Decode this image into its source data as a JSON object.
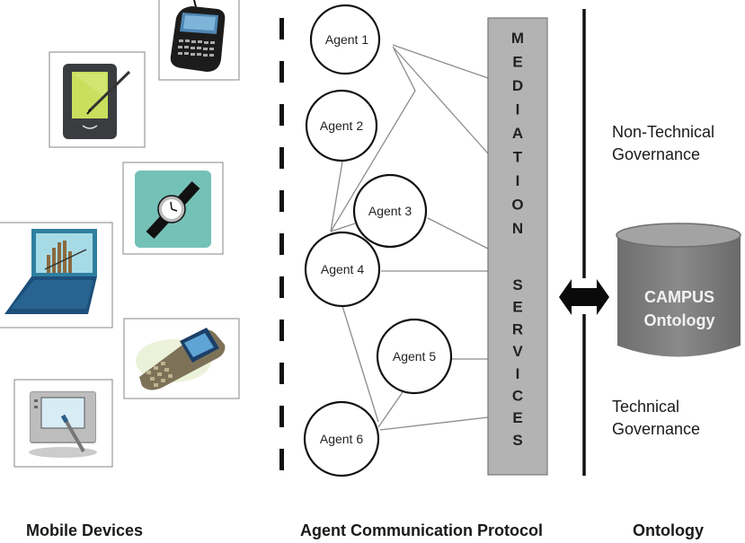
{
  "sections": {
    "mobile_devices": "Mobile Devices",
    "agent_protocol": "Agent Communication Protocol",
    "ontology": "Ontology"
  },
  "devices": [
    {
      "name": "blackberry-phone",
      "icon": "smartphone-keyboard-icon"
    },
    {
      "name": "pda-stylus",
      "icon": "pda-icon"
    },
    {
      "name": "wristwatch",
      "icon": "watch-icon"
    },
    {
      "name": "laptop-chart",
      "icon": "laptop-icon"
    },
    {
      "name": "mobile-phone",
      "icon": "cellphone-icon"
    },
    {
      "name": "tablet-pen",
      "icon": "tablet-icon"
    }
  ],
  "agents": [
    {
      "id": "a1",
      "label": "Agent 1"
    },
    {
      "id": "a2",
      "label": "Agent 2"
    },
    {
      "id": "a3",
      "label": "Agent 3"
    },
    {
      "id": "a4",
      "label": "Agent 4"
    },
    {
      "id": "a5",
      "label": "Agent 5"
    },
    {
      "id": "a6",
      "label": "Agent 6"
    }
  ],
  "connections": [
    {
      "from": "a1",
      "to": "mediation"
    },
    {
      "from": "a1",
      "to": "mediation"
    },
    {
      "from": "a1",
      "to": "a4"
    },
    {
      "from": "a2",
      "to": "a4"
    },
    {
      "from": "a3",
      "to": "a4"
    },
    {
      "from": "a3",
      "to": "mediation"
    },
    {
      "from": "a4",
      "to": "mediation"
    },
    {
      "from": "a4",
      "to": "a6"
    },
    {
      "from": "a5",
      "to": "a6"
    },
    {
      "from": "a5",
      "to": "mediation"
    },
    {
      "from": "a6",
      "to": "mediation"
    }
  ],
  "mediation": {
    "word1": "MEDIATION",
    "word2": "SERVICES",
    "color": "#b3b3b3"
  },
  "ontology": {
    "line1": "CAMPUS",
    "line2": "Ontology",
    "color": "#7a7a7a",
    "top_color": "#9a9a9a"
  },
  "governance": {
    "non_technical_line1": "Non-Technical",
    "non_technical_line2": "Governance",
    "technical_line1": "Technical",
    "technical_line2": "Governance"
  }
}
